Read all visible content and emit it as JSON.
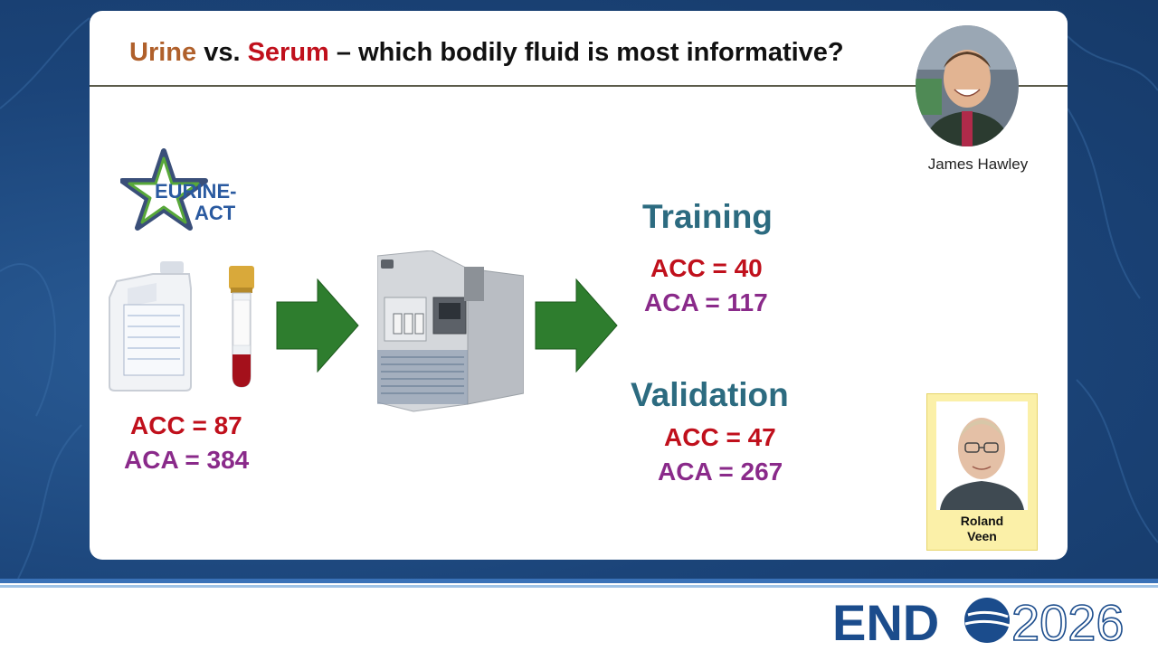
{
  "slide": {
    "title": {
      "part1": "Urine",
      "part2": " vs. ",
      "part3": "Serum",
      "part4": " – which bodily fluid is most informative?"
    },
    "logo": {
      "line1": "EURINE-",
      "line2": "ACT"
    },
    "left_stats": {
      "acc": "ACC = 87",
      "aca": "ACA = 384"
    },
    "training": {
      "heading": "Training",
      "acc": "ACC = 40",
      "aca": "ACA = 117"
    },
    "validation": {
      "heading": "Validation",
      "acc": "ACC = 47",
      "aca": "ACA = 267"
    },
    "speaker1": {
      "name": "James Hawley"
    },
    "speaker2": {
      "name_line1": "Roland",
      "name_line2": "Veen"
    }
  },
  "footer": {
    "brand": "END",
    "year": "2026"
  },
  "colors": {
    "urine": "#b0602b",
    "serum": "#c0101c",
    "acc": "#c0101c",
    "aca": "#8a2a8a",
    "heading": "#2c6b80",
    "arrow": "#2e7d2e",
    "brand_blue": "#1b4c8c"
  }
}
